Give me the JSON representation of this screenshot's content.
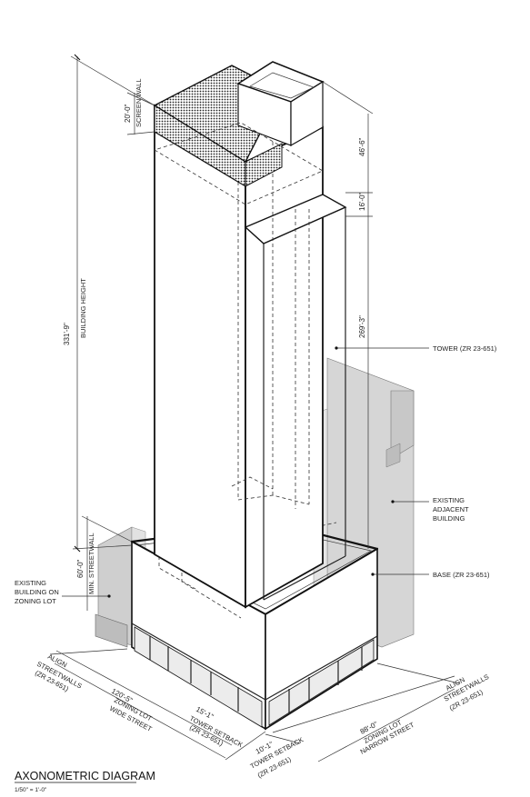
{
  "title": "AXONOMETRIC DIAGRAM",
  "scale": "1/50\" = 1'-0\"",
  "dimensions": {
    "building_height_value": "331'-9\"",
    "building_height_label": "BUILDING HEIGHT",
    "screen_wall_value": "20'-0\"",
    "screen_wall_label": "SCREEN WALL",
    "top_46": "46'-6\"",
    "top_16": "16'-0\"",
    "tower_269": "269'-3\"",
    "min_streetwall_value": "60'-0\"",
    "min_streetwall_label": "MIN. STREETWALL",
    "wide_street_value": "120'-5\"",
    "wide_street_label1": "ZONING LOT",
    "wide_street_label2": "WIDE STREET",
    "tower_setback_15_value": "15'-1\"",
    "tower_setback_15_label1": "TOWER SETBACK",
    "tower_setback_15_label2": "(ZR 23-651)",
    "tower_setback_10_value": "10'-1\"",
    "tower_setback_10_label1": "TOWER SETBACK",
    "tower_setback_10_label2": "(ZR 23-651)",
    "narrow_street_value": "88'-0\"",
    "narrow_street_label1": "ZONING LOT",
    "narrow_street_label2": "NARROW STREET",
    "align_left_1": "ALIGN",
    "align_left_2": "STREETWALLS",
    "align_left_3": "(ZR 23-651)",
    "align_right_1": "ALIGN",
    "align_right_2": "STREETWALLS",
    "align_right_3": "(ZR 23-651)"
  },
  "callouts": {
    "tower": "TOWER (ZR 23-651)",
    "existing_adjacent_1": "EXISTING",
    "existing_adjacent_2": "ADJACENT",
    "existing_adjacent_3": "BUILDING",
    "base": "BASE (ZR 23-651)",
    "existing_lot_1": "EXISTING",
    "existing_lot_2": "BUILDING ON",
    "existing_lot_3": "ZONING LOT"
  },
  "colors": {
    "shade": "#d9d9d9",
    "shade_dark": "#c4c4c4",
    "line": "#111111"
  }
}
